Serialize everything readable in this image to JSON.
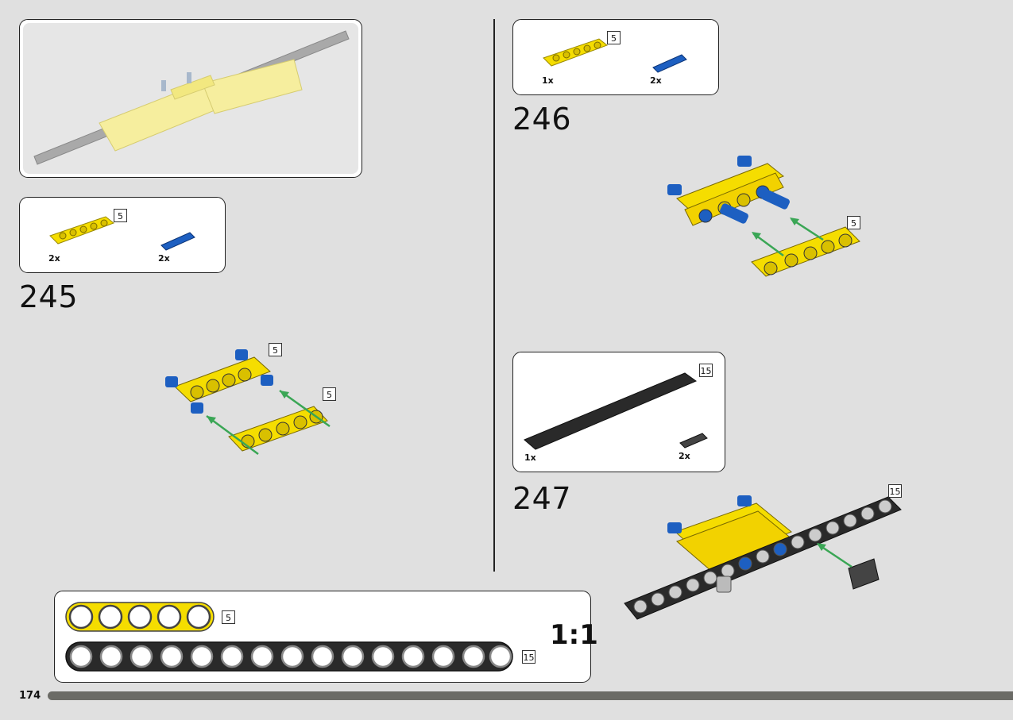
{
  "page": {
    "number": "174",
    "progress": 1.0
  },
  "top_preview": {
    "description_icon": "assembly-overview"
  },
  "steps": [
    {
      "number": "245",
      "parts": [
        {
          "name": "liftarm-5-yellow",
          "length": "5",
          "qty": "2x"
        },
        {
          "name": "pin-blue",
          "qty": "2x"
        }
      ],
      "callouts": [
        "5",
        "5"
      ]
    },
    {
      "number": "246",
      "parts": [
        {
          "name": "liftarm-5-yellow",
          "length": "5",
          "qty": "1x"
        },
        {
          "name": "pin-blue",
          "qty": "2x"
        }
      ],
      "callouts": [
        "5"
      ]
    },
    {
      "number": "247",
      "parts": [
        {
          "name": "liftarm-15-black",
          "length": "15",
          "qty": "1x"
        },
        {
          "name": "axle-pin-black",
          "qty": "2x"
        }
      ],
      "callouts": [
        "15"
      ]
    }
  ],
  "ruler": {
    "scale": "1:1",
    "items": [
      {
        "length": "5",
        "holes": 5,
        "color": "#f5dd00"
      },
      {
        "length": "15",
        "holes": 15,
        "color": "#2a2a2a"
      }
    ]
  },
  "colors": {
    "yellow": "#f5dd00",
    "blue": "#1d5fc1",
    "black": "#2a2a2a",
    "arrow": "#3aa655"
  }
}
